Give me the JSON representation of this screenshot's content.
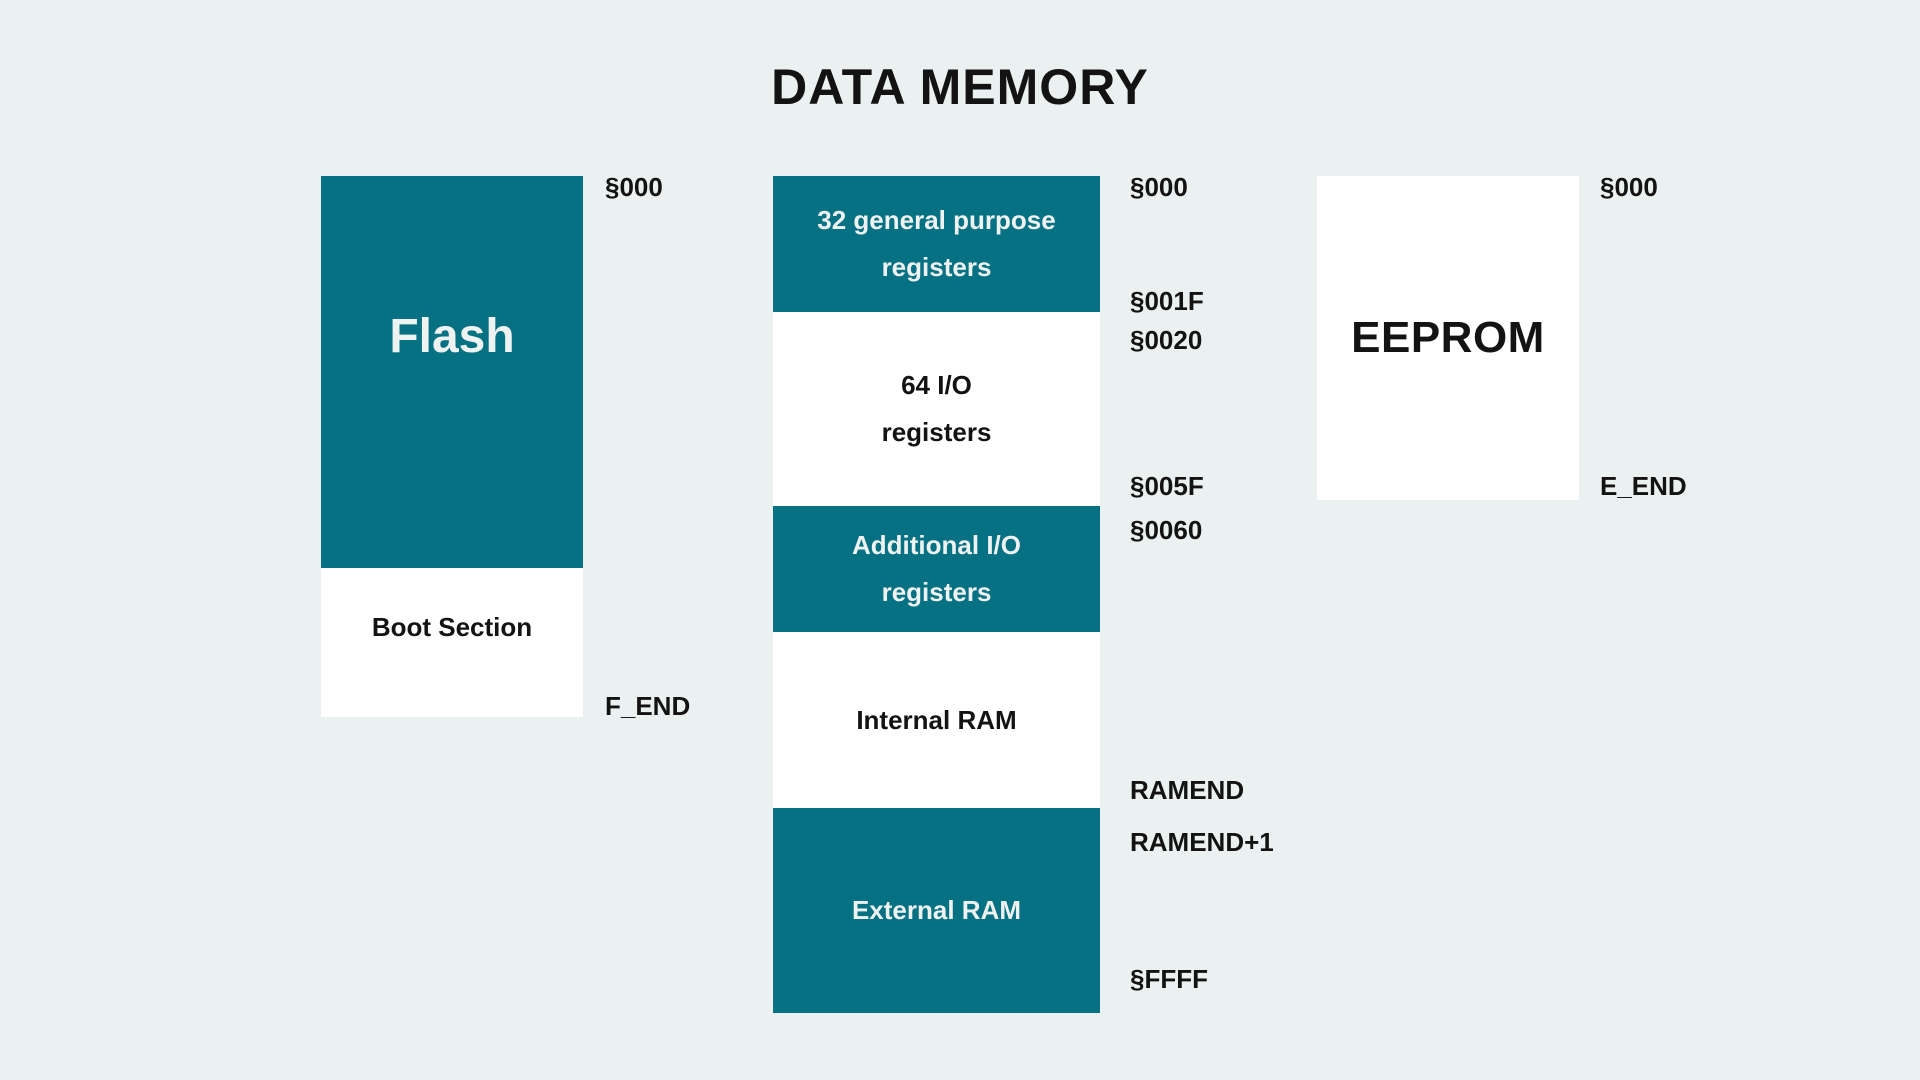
{
  "title": "DATA MEMORY",
  "colors": {
    "teal": "#067183",
    "background": "#ebf1f0",
    "white": "#ffffff",
    "text_dark": "#131313",
    "text_light": "#eef2f1"
  },
  "flash_column": {
    "flash_label": "Flash",
    "boot_label": "Boot Section",
    "addr_start": "§000",
    "addr_end": "F_END"
  },
  "data_column": {
    "gp_registers": "32 general purpose\nregisters",
    "io_registers": "64 I/O\nregisters",
    "additional_io": "Additional I/O\nregisters",
    "internal_ram": "Internal RAM",
    "external_ram": "External RAM",
    "addr_start": "§000",
    "addr_gp_end": "§001F",
    "addr_io_start": "§0020",
    "addr_io_end": "§005F",
    "addr_additional_start": "§0060",
    "addr_ramend": "RAMEND",
    "addr_ext_start": "RAMEND+1",
    "addr_end": "§FFFF"
  },
  "eeprom_column": {
    "eeprom_label": "EEPROM",
    "addr_start": "§000",
    "addr_end": "E_END"
  }
}
